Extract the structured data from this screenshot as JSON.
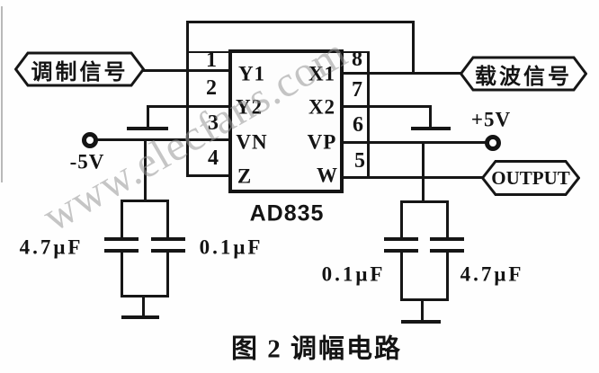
{
  "watermark": "www.elecfans.com",
  "caption": "图 2  调幅电路",
  "chip": {
    "name": "AD835",
    "left_pins": [
      {
        "num": "1",
        "label": "Y1"
      },
      {
        "num": "2",
        "label": "Y2"
      },
      {
        "num": "3",
        "label": "VN"
      },
      {
        "num": "4",
        "label": "Z"
      }
    ],
    "right_pins": [
      {
        "num": "8",
        "label": "X1"
      },
      {
        "num": "7",
        "label": "X2"
      },
      {
        "num": "6",
        "label": "VP"
      },
      {
        "num": "5",
        "label": "W"
      }
    ]
  },
  "tags": {
    "modulation": "调制信号",
    "carrier": "载波信号",
    "output": "OUTPUT"
  },
  "supplies": {
    "positive": "+5V",
    "negative": "-5V"
  },
  "capacitors": {
    "left_outer": "4.7μF",
    "left_inner": "0.1μF",
    "right_inner": "0.1μF",
    "right_outer": "4.7μF"
  },
  "colors": {
    "line": "#161616",
    "background": "#fefefe",
    "watermark_gray": "#969696"
  }
}
